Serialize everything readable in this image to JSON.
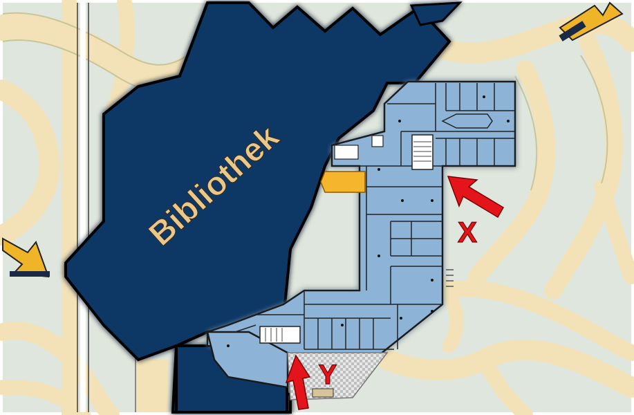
{
  "map": {
    "library_label": "Bibliothek",
    "marker_x": "X",
    "marker_y": "Y"
  },
  "colors": {
    "library_fill": "#0a3766",
    "floorplan_fill": "#8db4d6",
    "paths": "#f3e2b8",
    "ground": "#dfe6dd",
    "marker": "#e3151a",
    "highlight_room": "#f5b52d",
    "library_text": "#e9c88e"
  }
}
